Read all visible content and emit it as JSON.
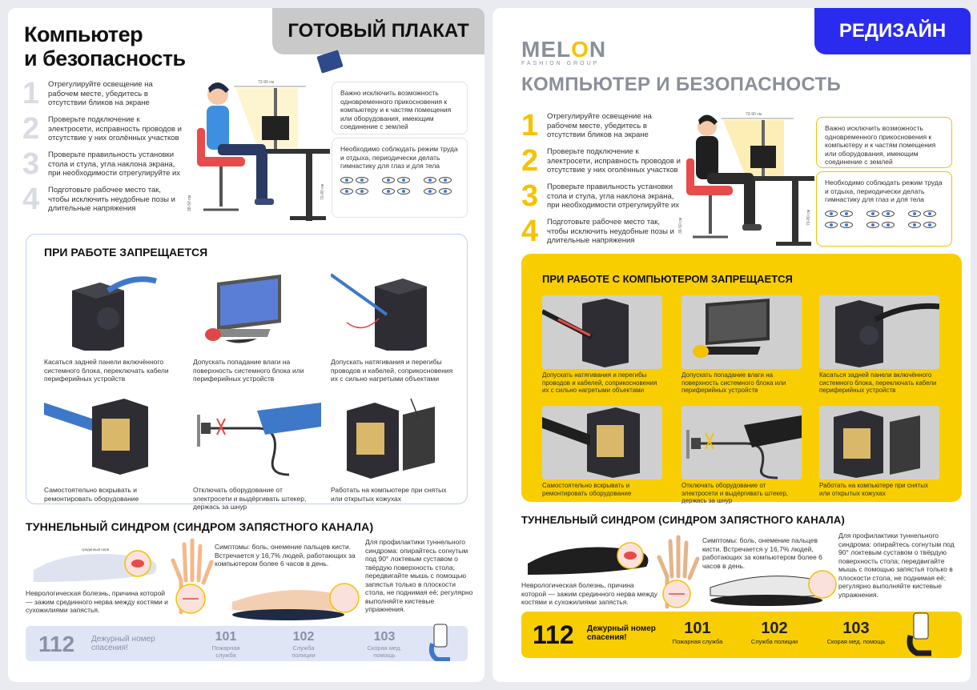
{
  "left": {
    "tag": "ГОТОВЫЙ ПЛАКАТ",
    "title_line1": "Компьютер",
    "title_line2": "и безопасность",
    "forbid_title": "ПРИ РАБОТЕ ЗАПРЕЩАЕТСЯ",
    "cells": [
      "Касаться задней панели включённого системного блока, переключать кабели периферийных устройств",
      "Допускать попадание влаги на поверхность системного блока или периферийных устройств",
      "Допускать натягивания и перегибы проводов и кабелей, соприкосновения их с сильно нагретыми объектами",
      "Самостоятельно вскрывать и ремонтировать оборудование",
      "Отключать оборудование от электросети и выдёргивать штекер, держась за шнур",
      "Работать на компьютере при снятых или открытых кожухах"
    ],
    "bar_big": "112",
    "bar_label": "Дежурный номер спасения!",
    "services": [
      {
        "num": "101",
        "label": "Пожарная служба"
      },
      {
        "num": "102",
        "label": "Служба полиции"
      },
      {
        "num": "103",
        "label": "Скорая мед. помощь"
      }
    ]
  },
  "right": {
    "tag": "РЕДИЗАЙН",
    "logo_main_a": "MEL",
    "logo_main_b": "O",
    "logo_main_c": "N",
    "logo_sub": "FASHION GROUP",
    "title": "КОМПЬЮТЕР И БЕЗОПАСНОСТЬ",
    "forbid_title": "ПРИ РАБОТЕ С КОМПЬЮТЕРОМ ЗАПРЕЩАЕТСЯ",
    "cells": [
      "Допускать натягивания и перегибы проводов и кабелей, соприкосновения их с сильно нагретыми объектами",
      "Допускать попадание влаги на поверхность системного блока или периферийных устройств",
      "Касаться задней панели включённого системного блока, переключать кабели периферийных устройств",
      "Самостоятельно вскрывать и ремонтировать оборудование",
      "Отключать оборудование от электросети и выдёргивать штекер, держась за шнур",
      "Работать на компьютере при снятых или открытых кожухах"
    ],
    "bar_big": "112",
    "bar_label": "Дежурный номер спасения!",
    "services": [
      {
        "num": "101",
        "label": "Пожарная служба"
      },
      {
        "num": "102",
        "label": "Служба полиции"
      },
      {
        "num": "103",
        "label": "Скорая мед. помощь"
      }
    ]
  },
  "shared": {
    "steps": [
      {
        "num": "1",
        "text": "Отрегулируйте освещение на рабочем месте, убедитесь в отсутствии бликов на экране"
      },
      {
        "num": "2",
        "text": "Проверьте подключение к электросети, исправность проводов и отсутствие у них оголённых участков"
      },
      {
        "num": "3",
        "text": "Проверьте правильность установки стола и стула, угла наклона экрана, при необходимости отрегулируйте их"
      },
      {
        "num": "4",
        "text": "Подготовьте рабочее место так, чтобы исключить неудобные позы и длительные напряжения"
      }
    ],
    "note1": "Важно исключить возможность одновременного прикосновения к компьютеру и к частям помещения или оборудования, имеющим соединение с землей",
    "note2": "Необходимо соблюдать режим труда и отдыха, периодически делать гимнастику для глаз и для тела",
    "desk_dim_top": "73-90 см",
    "desk_dim_side": "70-80 см",
    "desk_dim_seat": "38-50 см",
    "tunnel_title": "ТУННЕЛЬНЫЙ СИНДРОМ (СИНДРОМ ЗАПЯСТНОГО КАНАЛА)",
    "tunnel_desc": "Неврологическая болезнь, причина которой — зажим срединного нерва между костями и сухожилиями запястья.",
    "tunnel_symptoms": "Симптомы: боль, онемение пальцев кисти. Встречается у 16,7% людей, работающих за компьютером более 6 часов в день.",
    "tunnel_prevent": "Для профилактики туннельного синдрома: опирайтесь согнутым под 90° локтевым суставом о твёрдую поверхность стола; передвигайте мышь с помощью запястья только в плоскости стола, не поднимая её; регулярно выполняйте кистевые упражнения.",
    "nerve_label": "срединный нерв"
  },
  "colors": {
    "accent_yellow": "#f8ce00",
    "accent_blue": "#2b2bf0",
    "grey_tag": "#c9c9c9"
  }
}
